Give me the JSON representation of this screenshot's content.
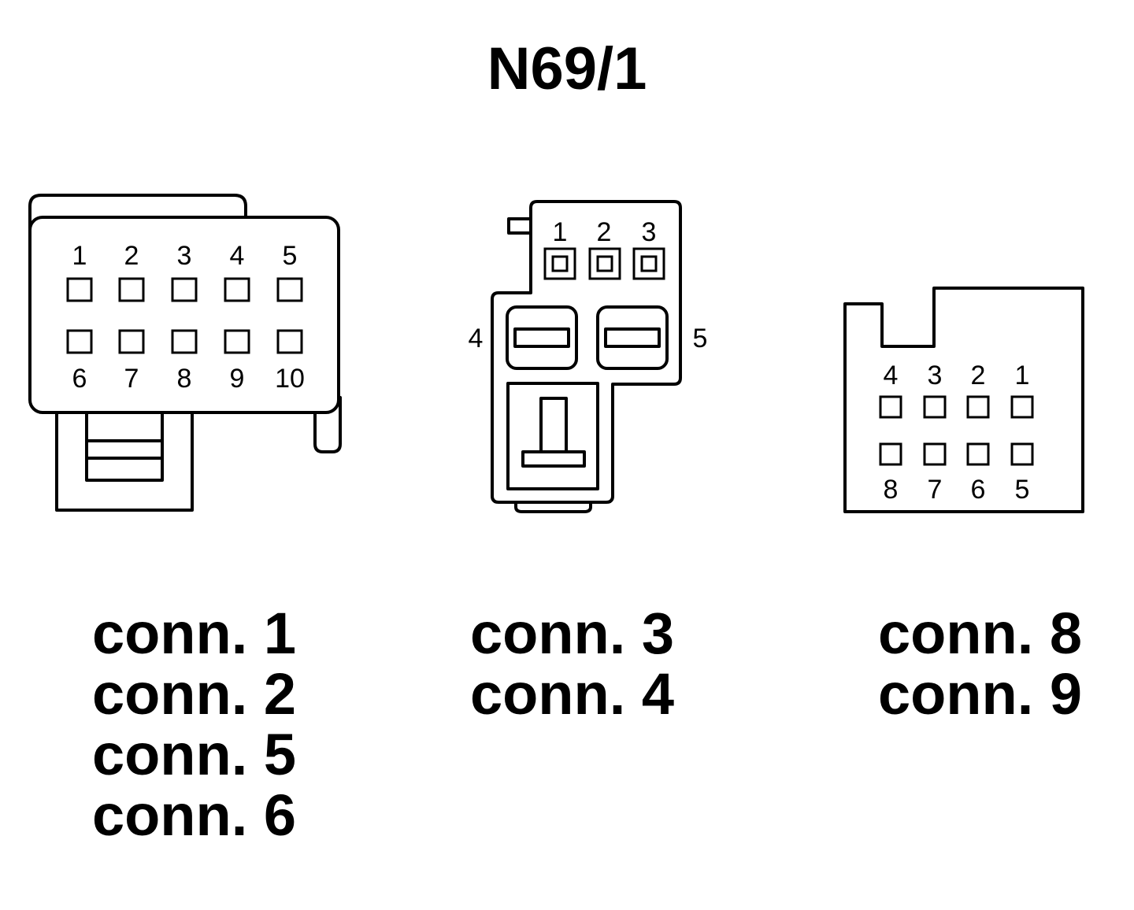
{
  "title": "N69/1",
  "colors": {
    "line": "#000000",
    "background": "#ffffff"
  },
  "connector_left": {
    "pins_top": [
      "1",
      "2",
      "3",
      "4",
      "5"
    ],
    "pins_bottom": [
      "6",
      "7",
      "8",
      "9",
      "10"
    ]
  },
  "connector_middle": {
    "pins_top": [
      "1",
      "2",
      "3"
    ],
    "pin_left": "4",
    "pin_right": "5"
  },
  "connector_right": {
    "pins_top": [
      "4",
      "3",
      "2",
      "1"
    ],
    "pins_bottom": [
      "8",
      "7",
      "6",
      "5"
    ]
  },
  "labels": {
    "left": [
      "conn. 1",
      "conn. 2",
      "conn. 5",
      "conn. 6"
    ],
    "middle": [
      "conn. 3",
      "conn. 4"
    ],
    "right": [
      "conn. 8",
      "conn. 9"
    ]
  }
}
